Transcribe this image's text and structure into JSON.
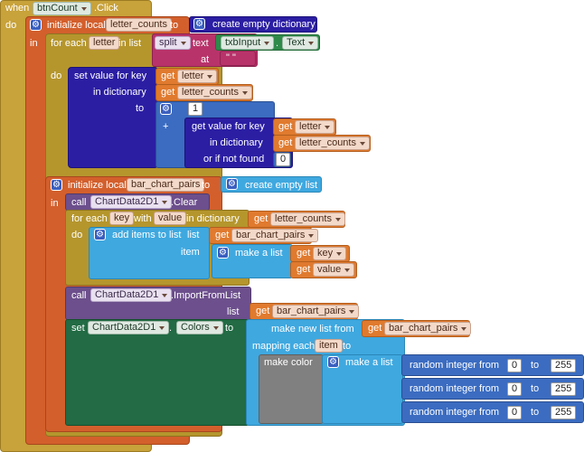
{
  "event": {
    "when": "when",
    "component": "btnCount",
    "event": ".Click",
    "do": "do"
  },
  "init1": {
    "label": "initialize local",
    "var": "letter_counts",
    "to": "to",
    "value": "create empty dictionary",
    "in": "in"
  },
  "foreach1": {
    "label": "for each",
    "var": "letter",
    "in_list": "in list",
    "do": "do"
  },
  "split": {
    "label": "split",
    "text": "text",
    "at": "at",
    "separator": "\" \""
  },
  "txb": {
    "component": "txbInput",
    "dot": ".",
    "prop": "Text"
  },
  "setkey": {
    "label": "set value for key",
    "in_dictionary": "in dictionary",
    "to": "to"
  },
  "get": {
    "get": "get"
  },
  "vars": {
    "letter": "letter",
    "letter_counts": "letter_counts",
    "bar_chart_pairs": "bar_chart_pairs",
    "key": "key",
    "value": "value"
  },
  "math": {
    "one": "1",
    "plus": "+",
    "zero": "0"
  },
  "getkey": {
    "label": "get value for key",
    "in_dictionary": "in dictionary",
    "or_if_not_found": "or if not found"
  },
  "init2": {
    "label": "initialize local",
    "var": "bar_chart_pairs",
    "to": "to",
    "value": "create empty list",
    "in": "in"
  },
  "clear": {
    "call": "call",
    "component": "ChartData2D1",
    "method": ".Clear"
  },
  "foreach2": {
    "label": "for each",
    "key": "key",
    "with": "with",
    "value": "value",
    "in_dictionary": "in dictionary",
    "do": "do"
  },
  "additems": {
    "label": "add items to list",
    "list": "list",
    "item": "item",
    "make_a_list": "make a list"
  },
  "import": {
    "call": "call",
    "component": "ChartData2D1",
    "method": ".ImportFromList",
    "list": "list"
  },
  "setcolors": {
    "set": "set",
    "component": "ChartData2D1",
    "dot": ".",
    "prop": "Colors",
    "to": "to"
  },
  "mapping": {
    "make_new_list_from": "make new list from",
    "mapping_each": "mapping each",
    "item": "item",
    "to": "to"
  },
  "color": {
    "make_color": "make color",
    "make_a_list": "make a list"
  },
  "random": {
    "label": "random integer from",
    "to": "to",
    "from_value": "0",
    "to_value": "255"
  }
}
